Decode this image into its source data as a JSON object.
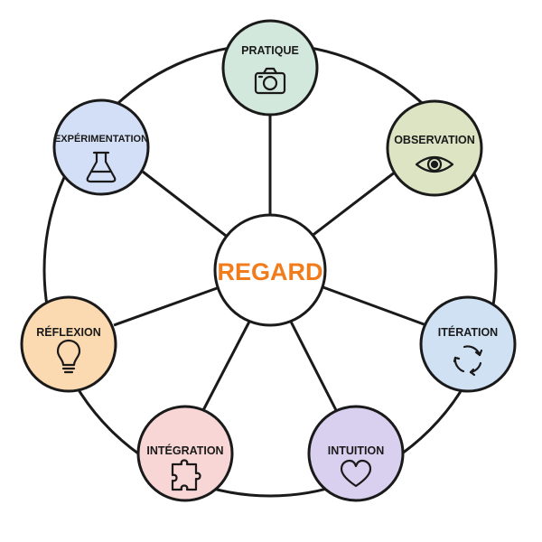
{
  "center": {
    "label": "REGARD",
    "color": "#f07c1c"
  },
  "nodes": [
    {
      "label": "PRATIQUE",
      "color": "#d3e8dc",
      "icon": "camera-icon"
    },
    {
      "label": "OBSERVATION",
      "color": "#dde4c3",
      "icon": "eye-icon"
    },
    {
      "label": "ITÉRATION",
      "color": "#cfe1f3",
      "icon": "cycle-arrows-icon"
    },
    {
      "label": "INTUITION",
      "color": "#d9cfee",
      "icon": "heart-icon"
    },
    {
      "label": "INTÉGRATION",
      "color": "#f8d6d6",
      "icon": "puzzle-icon"
    },
    {
      "label": "RÉFLEXION",
      "color": "#fbd9b1",
      "icon": "lightbulb-icon"
    },
    {
      "label": "EXPÉRIMENTATION",
      "color": "#d3dff6",
      "icon": "flask-icon"
    }
  ],
  "colors": {
    "stroke": "#1a1a1a",
    "background": "#ffffff"
  }
}
